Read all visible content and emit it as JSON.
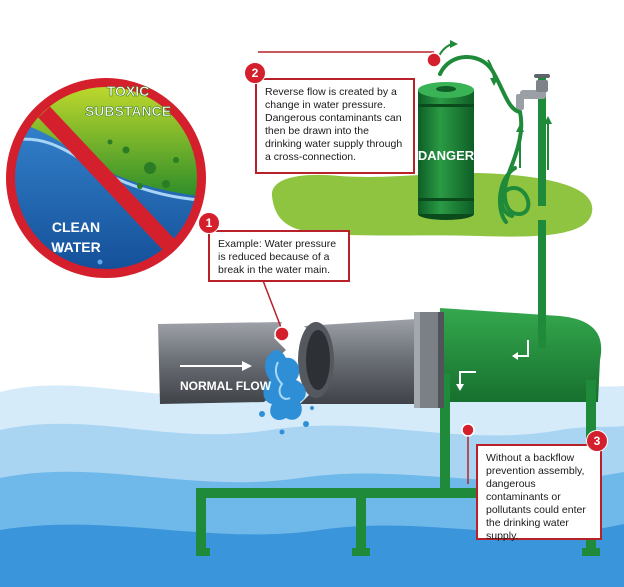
{
  "sign": {
    "top_line1": "TOXIC",
    "top_line2": "SUBSTANCE",
    "bottom_line1": "CLEAN",
    "bottom_line2": "WATER"
  },
  "tank_label": "DANGER",
  "pipe_label": "NORMAL FLOW",
  "callouts": [
    {
      "number": "1",
      "text": "Example: Water pressure is reduced because of a break in the water main."
    },
    {
      "number": "2",
      "text": "Reverse flow is created by a change in water pressure. Dangerous contaminants can then be drawn into the drinking water supply through a cross-connection."
    },
    {
      "number": "3",
      "text": "Without a backflow prevention assembly, dangerous contaminants or pollutants could enter the drinking water supply."
    }
  ],
  "colors": {
    "danger_red": "#d41f2d",
    "toxic_green": "#3c9a2e",
    "clean_blue": "#1e6fb8",
    "pipe_green": "#1f8a3a",
    "pipe_gray": "#6d7178",
    "ground_green": "#8fc440"
  }
}
